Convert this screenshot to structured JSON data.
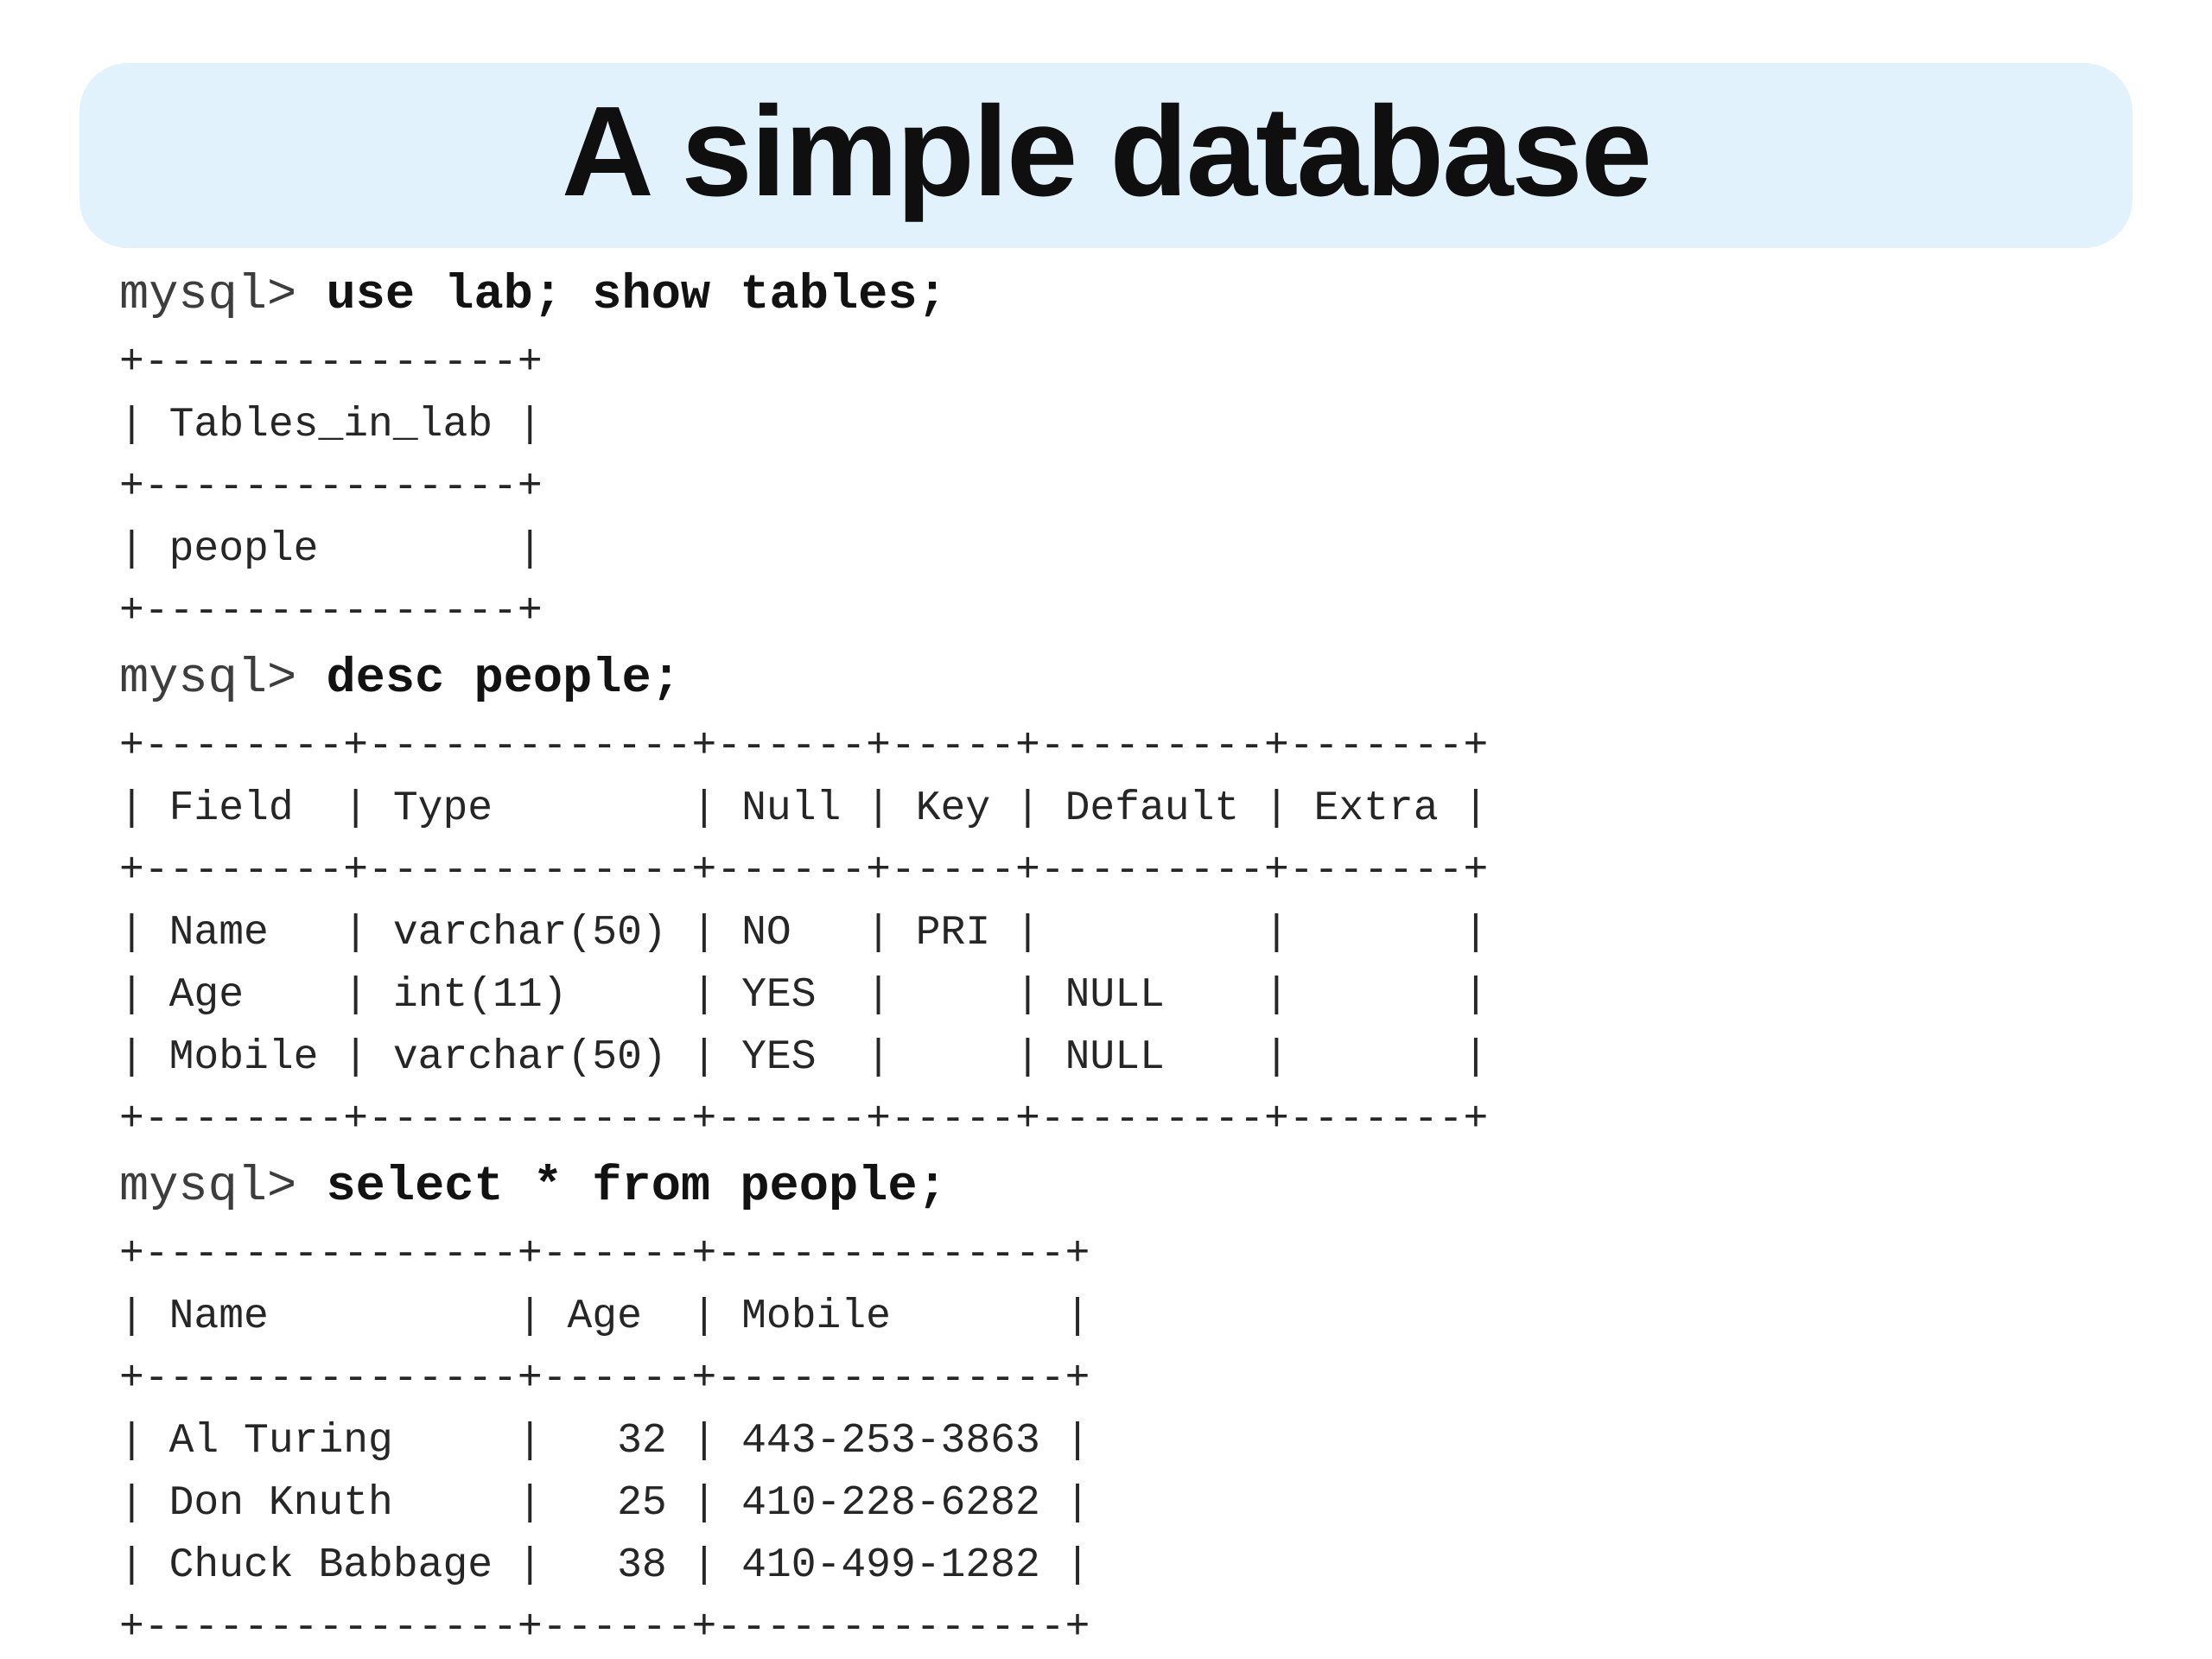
{
  "slide": {
    "title": "A simple database",
    "banner_color": "#e1f2fd",
    "background_color": "#ffffff",
    "text_color": "#262626"
  },
  "terminal": {
    "blocks": [
      {
        "type": "command",
        "prompt": "mysql>",
        "command": "use lab; show tables;"
      },
      {
        "type": "output",
        "lines": [
          "+---------------+",
          "| Tables_in_lab |",
          "+---------------+",
          "| people        |",
          "+---------------+"
        ]
      },
      {
        "type": "command",
        "prompt": "mysql>",
        "command": "desc people;"
      },
      {
        "type": "output",
        "lines": [
          "+--------+-------------+------+-----+---------+-------+",
          "| Field  | Type        | Null | Key | Default | Extra |",
          "+--------+-------------+------+-----+---------+-------+",
          "| Name   | varchar(50) | NO   | PRI |         |       |",
          "| Age    | int(11)     | YES  |     | NULL    |       |",
          "| Mobile | varchar(50) | YES  |     | NULL    |       |",
          "+--------+-------------+------+-----+---------+-------+"
        ]
      },
      {
        "type": "command",
        "prompt": "mysql>",
        "command": "select * from people;"
      },
      {
        "type": "output",
        "lines": [
          "+---------------+------+--------------+",
          "| Name          | Age  | Mobile       |",
          "+---------------+------+--------------+",
          "| Al Turing     |   32 | 443-253-3863 |",
          "| Don Knuth     |   25 | 410-228-6282 |",
          "| Chuck Babbage |   38 | 410-499-1282 |",
          "+---------------+------+--------------+"
        ]
      }
    ],
    "tables": {
      "show_tables": {
        "headers": [
          "Tables_in_lab"
        ],
        "rows": [
          [
            "people"
          ]
        ]
      },
      "desc_people": {
        "headers": [
          "Field",
          "Type",
          "Null",
          "Key",
          "Default",
          "Extra"
        ],
        "rows": [
          [
            "Name",
            "varchar(50)",
            "NO",
            "PRI",
            "",
            ""
          ],
          [
            "Age",
            "int(11)",
            "YES",
            "",
            "NULL",
            ""
          ],
          [
            "Mobile",
            "varchar(50)",
            "YES",
            "",
            "NULL",
            ""
          ]
        ]
      },
      "select_people": {
        "headers": [
          "Name",
          "Age",
          "Mobile"
        ],
        "rows": [
          [
            "Al Turing",
            "32",
            "443-253-3863"
          ],
          [
            "Don Knuth",
            "25",
            "410-228-6282"
          ],
          [
            "Chuck Babbage",
            "38",
            "410-499-1282"
          ]
        ]
      }
    }
  }
}
